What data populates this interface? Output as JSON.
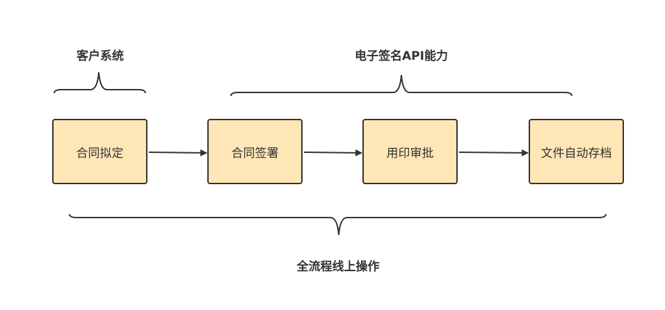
{
  "groups": {
    "client_system": "客户系统",
    "esign_api": "电子签名API能力",
    "full_online": "全流程线上操作"
  },
  "steps": [
    "合同拟定",
    "合同签署",
    "用印审批",
    "文件自动存档"
  ],
  "colors": {
    "box_fill": "#ffe6b7",
    "stroke": "#333333"
  }
}
